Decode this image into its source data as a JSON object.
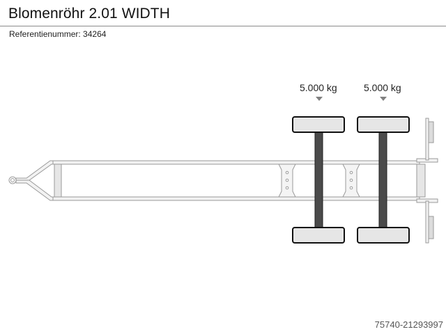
{
  "header": {
    "title": "Blomenröhr 2.01 WIDTH",
    "reference_label": "Referentienummer: 34264"
  },
  "diagram": {
    "type": "trailer-axle-layout",
    "axles": [
      {
        "label": "5.000 kg",
        "load_kg": 5000
      },
      {
        "label": "5.000 kg",
        "load_kg": 5000
      }
    ],
    "colors": {
      "frame_stroke": "#9a9a9a",
      "frame_fill": "#eeeeee",
      "axle": "#4a4a4a",
      "wheel_fill": "#e6e6e6",
      "wheel_stroke": "#111111",
      "marker": "#808080"
    }
  },
  "footer": {
    "listing_id": "75740-21293997"
  }
}
